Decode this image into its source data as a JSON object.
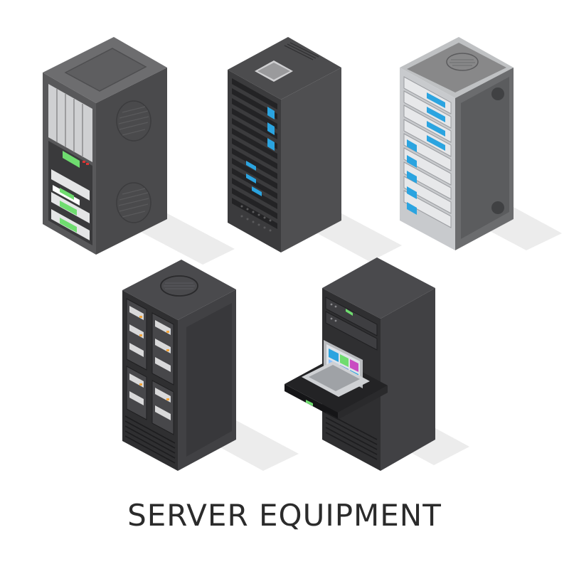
{
  "caption": "SERVER EQUIPMENT",
  "colors": {
    "dark_front": "#2e2e30",
    "dark_side": "#3f3f42",
    "dark_top": "#4a4a4d",
    "gray_front": "#555557",
    "gray_side": "#6a6a6c",
    "gray_top": "#7a7a7c",
    "silver_front": "#c9cbce",
    "silver_side": "#6d6e70",
    "silver_top": "#878889",
    "accent_blue": "#2ba4e0",
    "accent_green": "#6fdc6f",
    "shadow": "#ebebeb"
  },
  "icons": [
    "server-rack-gray",
    "server-rack-dark",
    "server-rack-silver",
    "server-cabinet-dark",
    "server-rack-laptop"
  ]
}
